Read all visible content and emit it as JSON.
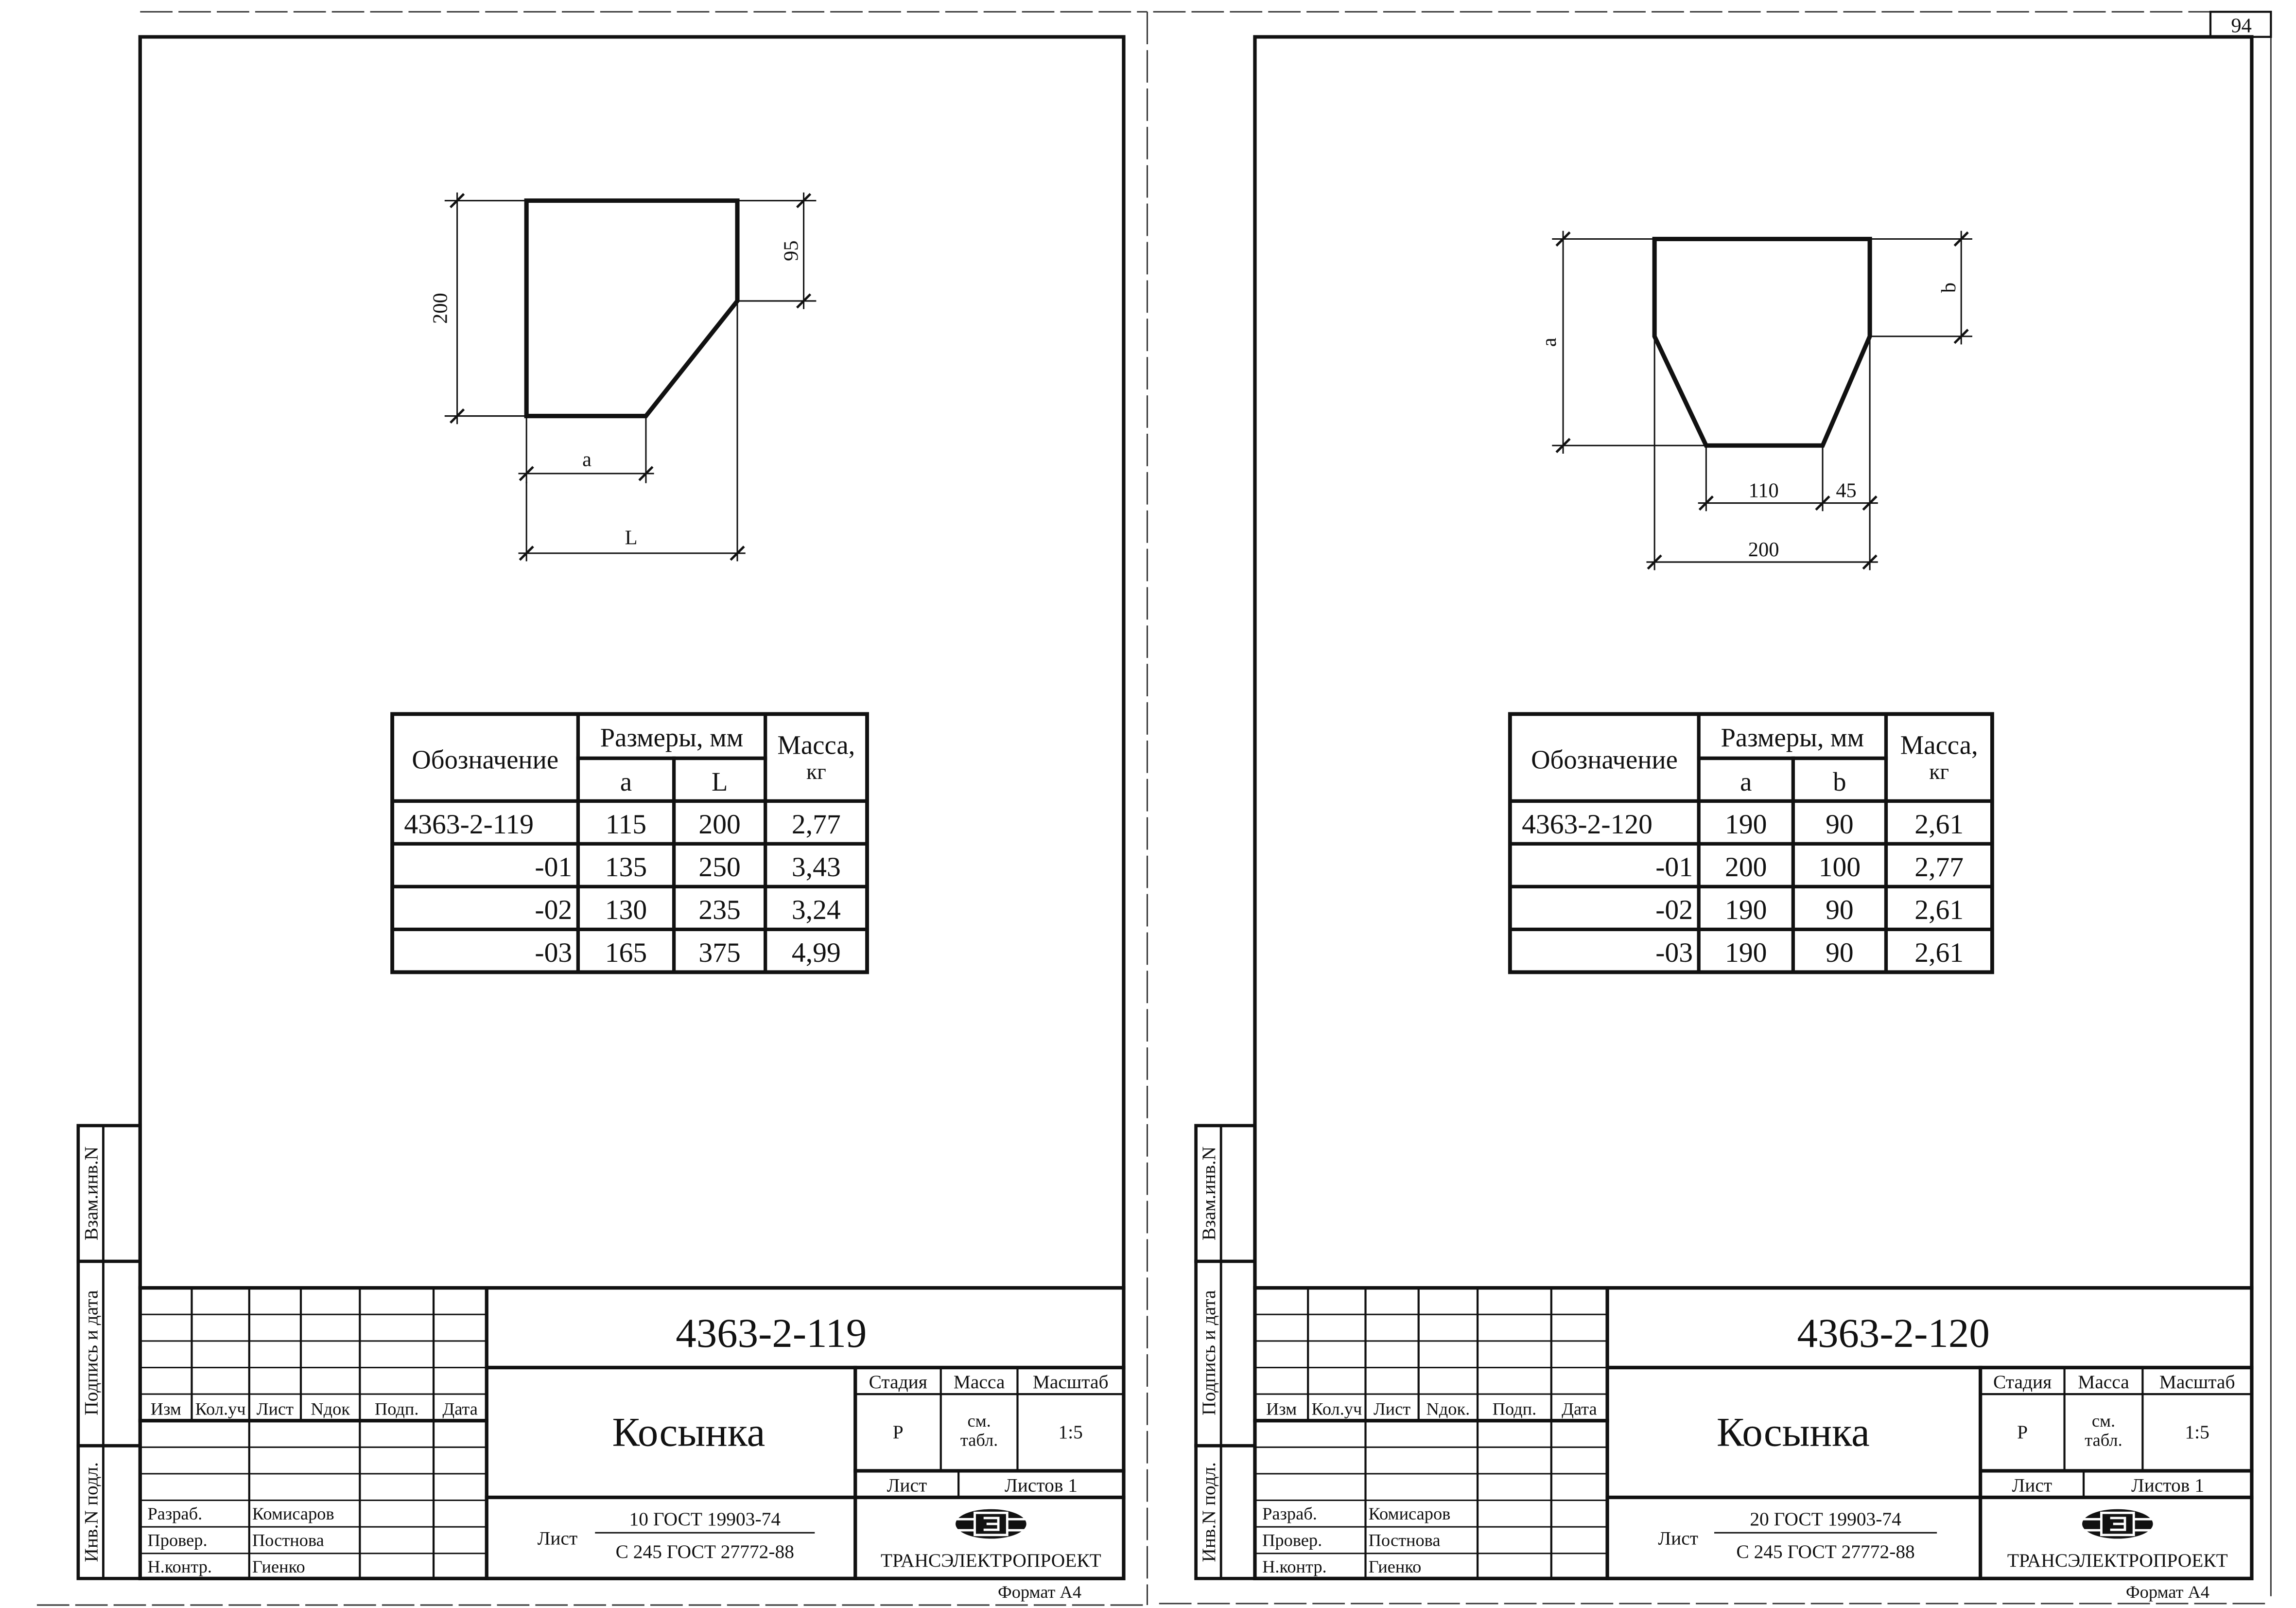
{
  "page_number": "94",
  "sheets": [
    {
      "stamp": {
        "replaced_inv": "Взам.инв.N",
        "signature_date": "Подпись и дата",
        "orig_inv": "Инв.N подл."
      },
      "drawing": {
        "labels": [
          "200",
          "95",
          "a",
          "L"
        ]
      },
      "table": {
        "designation": "Обозначение",
        "dimensions": "Размеры, мм",
        "col_1": "a",
        "col_2": "L",
        "mass_1": "Масса,",
        "mass_2": "кг",
        "rows": [
          [
            "4363-2-119",
            "115",
            "200",
            "2,77"
          ],
          [
            "-01",
            "135",
            "250",
            "3,43"
          ],
          [
            "-02",
            "130",
            "235",
            "3,24"
          ],
          [
            "-03",
            "165",
            "375",
            "4,99"
          ]
        ]
      },
      "title_block": {
        "columns": [
          "Изм",
          "Кол.уч",
          "Лист",
          "Nдок",
          "Подп.",
          "Дата"
        ],
        "signers": [
          [
            "Разраб.",
            "Комисаров"
          ],
          [
            "Провер.",
            "Постнова"
          ],
          [
            "Н.контр.",
            "Гиенко"
          ]
        ],
        "designation": "4363-2-119",
        "name": "Косынка",
        "stage_label": "Стадия",
        "mass_label": "Масса",
        "scale_label": "Масштаб",
        "stage": "Р",
        "mass_1": "см.",
        "mass_2": "табл.",
        "scale": "1:5",
        "sheet_label": "Лист",
        "sheets_count": "Листов 1",
        "ref_label": "Лист",
        "ref_top": "10 ГОСТ 19903-74",
        "ref_bottom": "С 245 ГОСТ 27772-88",
        "organization": "ТРАНСЭЛЕКТРОПРОЕКТ",
        "format": "Формат А4"
      }
    },
    {
      "stamp": {
        "replaced_inv": "Взам.инв.N",
        "signature_date": "Подпись и дата",
        "orig_inv": "Инв.N подл."
      },
      "drawing": {
        "labels": [
          "a",
          "b",
          "110",
          "45",
          "200"
        ]
      },
      "table": {
        "designation": "Обозначение",
        "dimensions": "Размеры, мм",
        "col_1": "a",
        "col_2": "b",
        "mass_1": "Масса,",
        "mass_2": "кг",
        "rows": [
          [
            "4363-2-120",
            "190",
            "90",
            "2,61"
          ],
          [
            "-01",
            "200",
            "100",
            "2,77"
          ],
          [
            "-02",
            "190",
            "90",
            "2,61"
          ],
          [
            "-03",
            "190",
            "90",
            "2,61"
          ]
        ]
      },
      "title_block": {
        "columns": [
          "Изм",
          "Кол.уч",
          "Лист",
          "Nдок.",
          "Подп.",
          "Дата"
        ],
        "signers": [
          [
            "Разраб.",
            "Комисаров"
          ],
          [
            "Провер.",
            "Постнова"
          ],
          [
            "Н.контр.",
            "Гиенко"
          ]
        ],
        "designation": "4363-2-120",
        "name": "Косынка",
        "stage_label": "Стадия",
        "mass_label": "Масса",
        "scale_label": "Масштаб",
        "stage": "Р",
        "mass_1": "см.",
        "mass_2": "табл.",
        "scale": "1:5",
        "sheet_label": "Лист",
        "sheets_count": "Листов 1",
        "ref_label": "Лист",
        "ref_top": "20 ГОСТ 19903-74",
        "ref_bottom": "С 245 ГОСТ 27772-88",
        "organization": "ТРАНСЭЛЕКТРОПРОЕКТ",
        "format": "Формат А4"
      }
    }
  ]
}
